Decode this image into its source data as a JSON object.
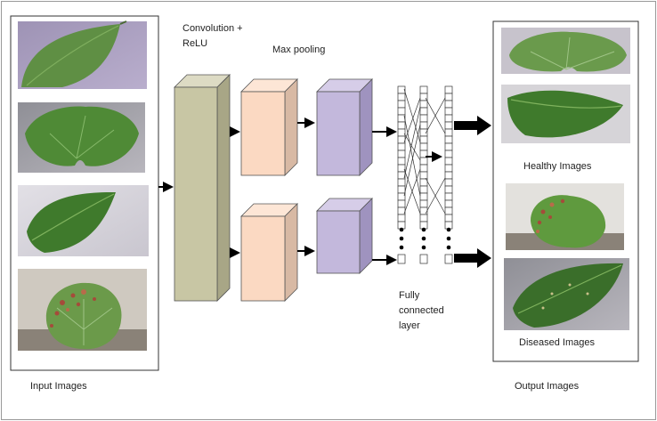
{
  "labels": {
    "conv": "Convolution + ReLU",
    "maxpool": "Max pooling",
    "fc": "Fully connected layer",
    "healthy": "Healthy Images",
    "diseased": "Diseased Images",
    "input": "Input Images",
    "output": "Output Images"
  },
  "colors": {
    "conv_block": "#c8c6a4",
    "pool1_block": "#fbd9c2",
    "pool2_block": "#c3b8dc",
    "leaf_dark": "#3f6e2a",
    "leaf_light": "#6aa048",
    "disease_spot": "#a54b3a"
  },
  "images": {
    "input": [
      "input-leaf-1",
      "input-leaf-2",
      "input-leaf-3",
      "input-leaf-4-diseased"
    ],
    "output_healthy": [
      "healthy-leaf-1",
      "healthy-leaf-2"
    ],
    "output_diseased": [
      "diseased-leaf-1",
      "diseased-leaf-2"
    ]
  }
}
